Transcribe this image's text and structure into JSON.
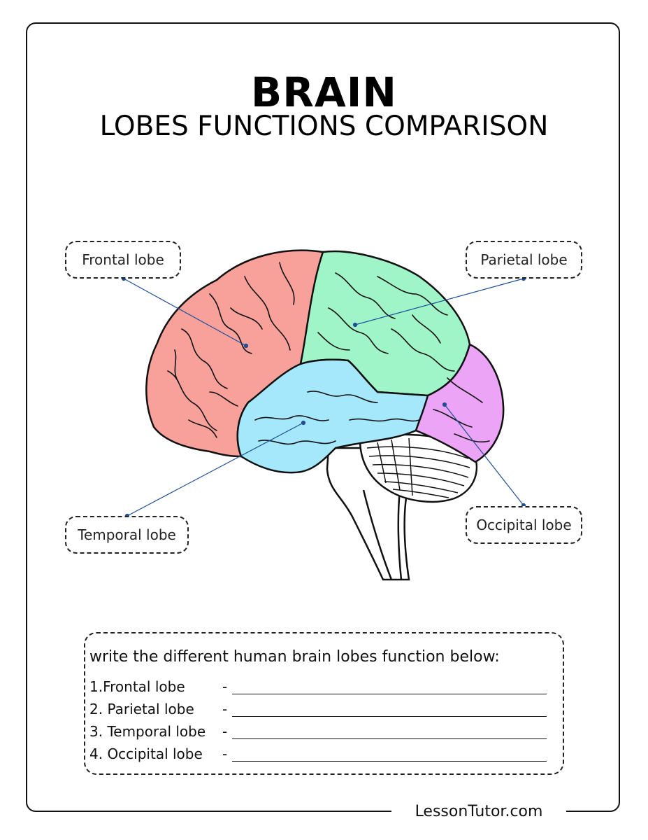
{
  "title": "BRAIN",
  "subtitle": "LOBES FUNCTIONS COMPARISON",
  "labels": {
    "frontal": "Frontal lobe",
    "parietal": "Parietal lobe",
    "temporal": "Temporal lobe",
    "occipital": "Occipital lobe"
  },
  "worksheet": {
    "prompt": "write the different human brain lobes function below:",
    "rows": [
      {
        "label": "1.Frontal lobe",
        "dash": "-"
      },
      {
        "label": "2. Parietal lobe",
        "dash": "-"
      },
      {
        "label": "3. Temporal lobe",
        "dash": "-"
      },
      {
        "label": "4. Occipital lobe",
        "dash": "-"
      }
    ]
  },
  "footer": "LessonTutor.com",
  "colors": {
    "frontal": "#f8a09a",
    "parietal": "#9ff5c8",
    "temporal": "#a6e8fb",
    "occipital": "#eba4f6",
    "pointer": "#1f4e99"
  }
}
